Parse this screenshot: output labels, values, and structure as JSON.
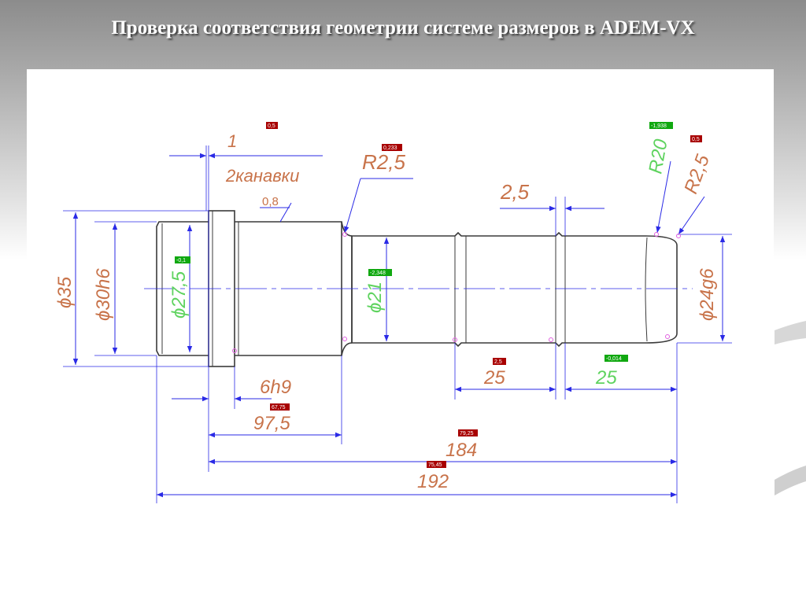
{
  "slide": {
    "title": "Проверка соответствия геометрии системе размеров в ADEM-VX"
  },
  "colors": {
    "part_outline": "#3a3a3a",
    "dimension_line": "#2a2ae6",
    "dimension_text_normal": "#c8734a",
    "dimension_text_checked": "#5fd35f",
    "badge_red": "#a80000",
    "badge_green": "#10a810",
    "marker": "#e060e0"
  },
  "dimensions": {
    "groove_width": "1",
    "grooves_note": "2канавки",
    "roughness": "0,8",
    "radius_left": "R2,5",
    "gap": "2,5",
    "radius_mid": "R20",
    "radius_right": "R2,5",
    "dia_35": "ϕ35",
    "dia_30h6": "ϕ30h6",
    "dia_27_5": "ϕ27,5",
    "dia_21": "ϕ21",
    "dia_24g6": "ϕ24g6",
    "len_6h9": "6h9",
    "len_97_5": "97,5",
    "len_25_a": "25",
    "len_25_b": "25",
    "len_184": "184",
    "len_192": "192"
  },
  "badges": {
    "b_0_5_top": "0,5",
    "b_0_233": "0,233",
    "b_1_938": "-1,938",
    "b_0_5_right": "0,5",
    "b_0_1": "-0,1",
    "b_2_348": "-2,348",
    "b_2_5": "2,5",
    "b_0_014": "-0,014",
    "b_67_75": "67,75",
    "b_79_25": "79,25",
    "b_75_45": "75,45"
  }
}
